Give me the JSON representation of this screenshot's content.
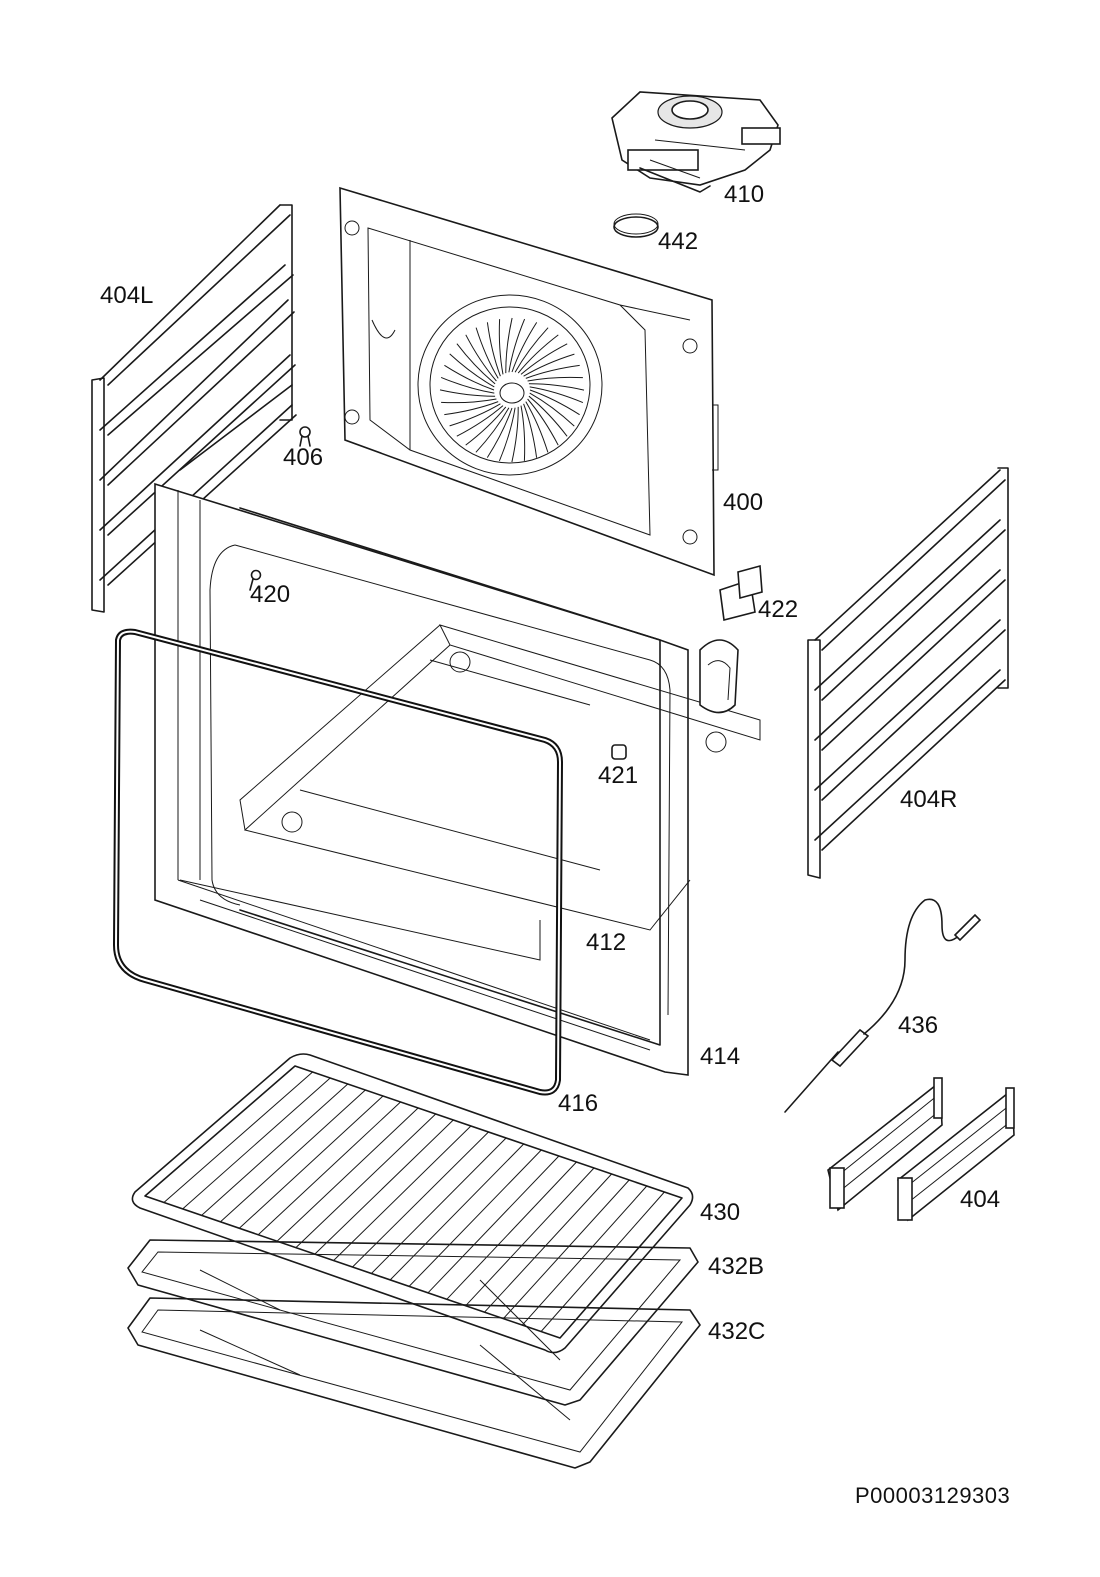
{
  "parts": [
    {
      "id": "p410",
      "label": "410"
    },
    {
      "id": "p442",
      "label": "442"
    },
    {
      "id": "p404L",
      "label": "404L"
    },
    {
      "id": "p406",
      "label": "406"
    },
    {
      "id": "p400",
      "label": "400"
    },
    {
      "id": "p420",
      "label": "420"
    },
    {
      "id": "p422",
      "label": "422"
    },
    {
      "id": "p421",
      "label": "421"
    },
    {
      "id": "p404R",
      "label": "404R"
    },
    {
      "id": "p412",
      "label": "412"
    },
    {
      "id": "p436",
      "label": "436"
    },
    {
      "id": "p414",
      "label": "414"
    },
    {
      "id": "p416",
      "label": "416"
    },
    {
      "id": "p404",
      "label": "404"
    },
    {
      "id": "p430",
      "label": "430"
    },
    {
      "id": "p432B",
      "label": "432B"
    },
    {
      "id": "p432C",
      "label": "432C"
    }
  ],
  "drawing_reference": "P00003129303"
}
